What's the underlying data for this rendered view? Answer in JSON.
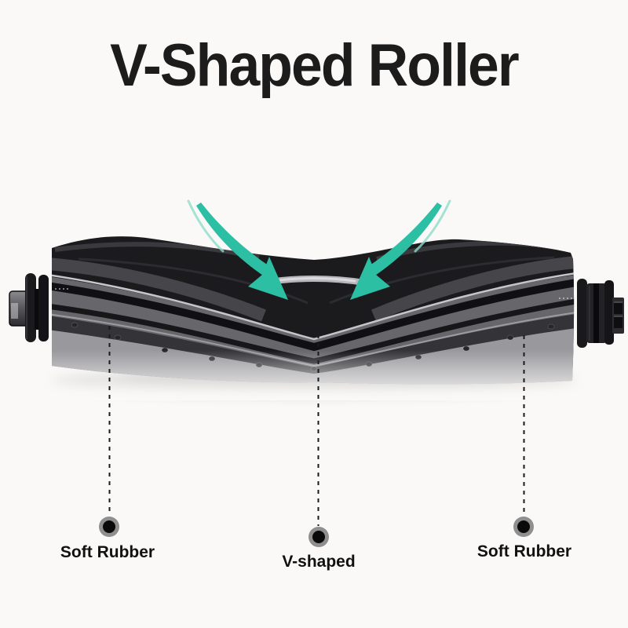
{
  "page": {
    "background": "#faf9f7"
  },
  "title": {
    "text": "V-Shaped Roller",
    "color": "#1c1c1c"
  },
  "callouts": {
    "left": {
      "label": "Soft Rubber"
    },
    "center": {
      "label": "V-shaped"
    },
    "right": {
      "label": "Soft Rubber"
    }
  },
  "graphic": {
    "subject": "v-shaped-roller-brush",
    "arrows": "two teal arrows converging on center V groove"
  },
  "colors": {
    "arrow_teal": "#2cbfa4",
    "arrow_teal_light": "#8fdcca",
    "roller_black": "#1b1b1e",
    "roller_gray_mid": "#66666b",
    "roller_gray_light": "#98989d",
    "dashed_line": "#1a1a1a",
    "dot_inner": "#0a0a0a",
    "dot_ring": "#8f8f8f"
  }
}
